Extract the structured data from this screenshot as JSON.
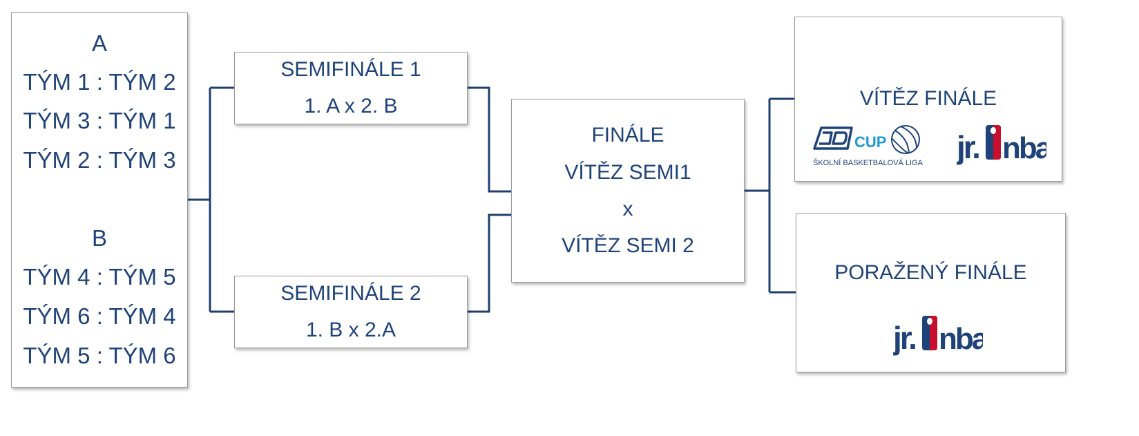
{
  "colors": {
    "text": "#1f4278",
    "lines": "#1f3f6f",
    "cup_accent": "#1a9ad6"
  },
  "group_a": {
    "title": "A",
    "matches": [
      "TÝM 1 : TÝM 2",
      "TÝM 3 : TÝM 1",
      "TÝM 2 : TÝM 3"
    ]
  },
  "group_b": {
    "title": "B",
    "matches": [
      "TÝM 4 : TÝM 5",
      "TÝM 6 : TÝM 4",
      "TÝM 5 : TÝM 6"
    ]
  },
  "semifinal_1": {
    "title": "SEMIFINÁLE 1",
    "pairing": "1. A x 2. B"
  },
  "semifinal_2": {
    "title": "SEMIFINÁLE 2",
    "pairing": "1. B x 2.A"
  },
  "final": {
    "title": "FINÁLE",
    "line1": "VÍTĚZ SEMI1",
    "versus": "x",
    "line2": "VÍTĚZ SEMI 2"
  },
  "winner": {
    "title": "VÍTĚZ FINÁLE"
  },
  "loser": {
    "title": "PORAŽENÝ FINÁLE"
  },
  "logos": {
    "cd_cup_name": "CUP",
    "cd_cup_tagline": "ŠKOLNÍ BASKETBALOVÁ LIGA",
    "jr_prefix": "jr.",
    "nba_word": "nba"
  }
}
